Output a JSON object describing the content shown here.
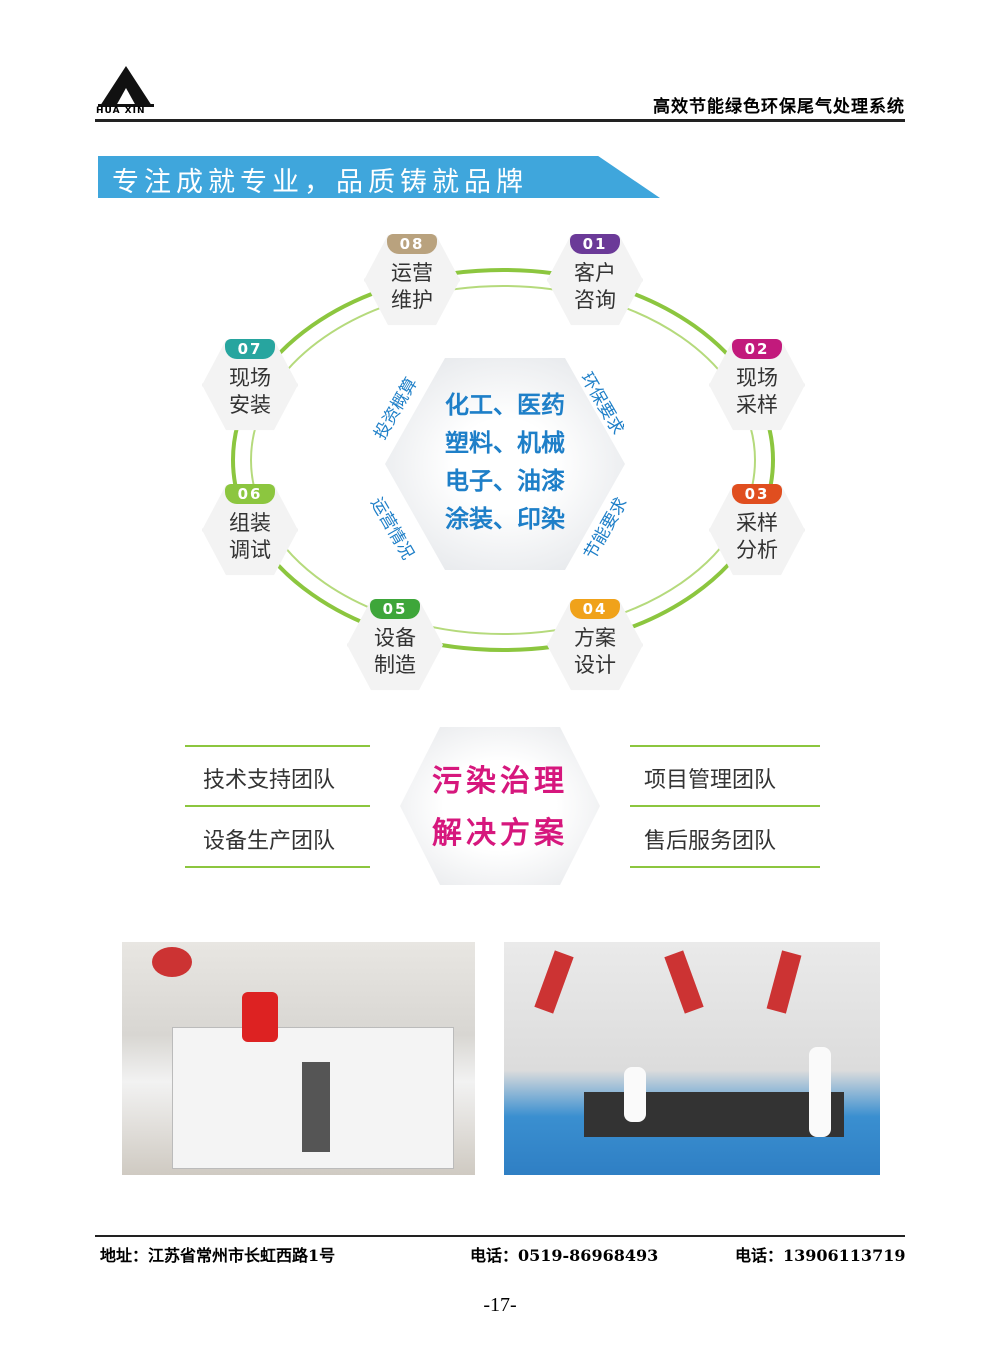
{
  "header": {
    "logo_text": "HUA XIN",
    "title": "高效节能绿色环保尾气处理系统"
  },
  "banner": {
    "title": "专注成就专业，品质铸就品牌"
  },
  "cycle": [
    {
      "num": "08",
      "label1": "运营",
      "label2": "维护",
      "color": "#b9a27e"
    },
    {
      "num": "01",
      "label1": "客户",
      "label2": "咨询",
      "color": "#6b3a98"
    },
    {
      "num": "02",
      "label1": "现场",
      "label2": "采样",
      "color": "#c21a7c"
    },
    {
      "num": "03",
      "label1": "采样",
      "label2": "分析",
      "color": "#e04e1f"
    },
    {
      "num": "04",
      "label1": "方案",
      "label2": "设计",
      "color": "#f0a21a"
    },
    {
      "num": "05",
      "label1": "设备",
      "label2": "制造",
      "color": "#3ea63a"
    },
    {
      "num": "06",
      "label1": "组装",
      "label2": "调试",
      "color": "#8cc63f"
    },
    {
      "num": "07",
      "label1": "现场",
      "label2": "安装",
      "color": "#27a59f"
    }
  ],
  "center": {
    "lines": [
      "化工、医药",
      "塑料、机械",
      "电子、油漆",
      "涂装、印染"
    ],
    "side_top_left": "投资概算",
    "side_top_right": "环保要求",
    "side_bottom_left": "运营情况",
    "side_bottom_right": "节能要求"
  },
  "teams": {
    "left1": "技术支持团队",
    "left2": "设备生产团队",
    "right1": "项目管理团队",
    "right2": "售后服务团队",
    "center1": "污染治理",
    "center2": "解决方案"
  },
  "footer": {
    "address": "地址：江苏省常州市长虹西路1号",
    "phone1": "电话：0519-86968493",
    "phone2": "电话：13906113719",
    "page": "-17-"
  }
}
